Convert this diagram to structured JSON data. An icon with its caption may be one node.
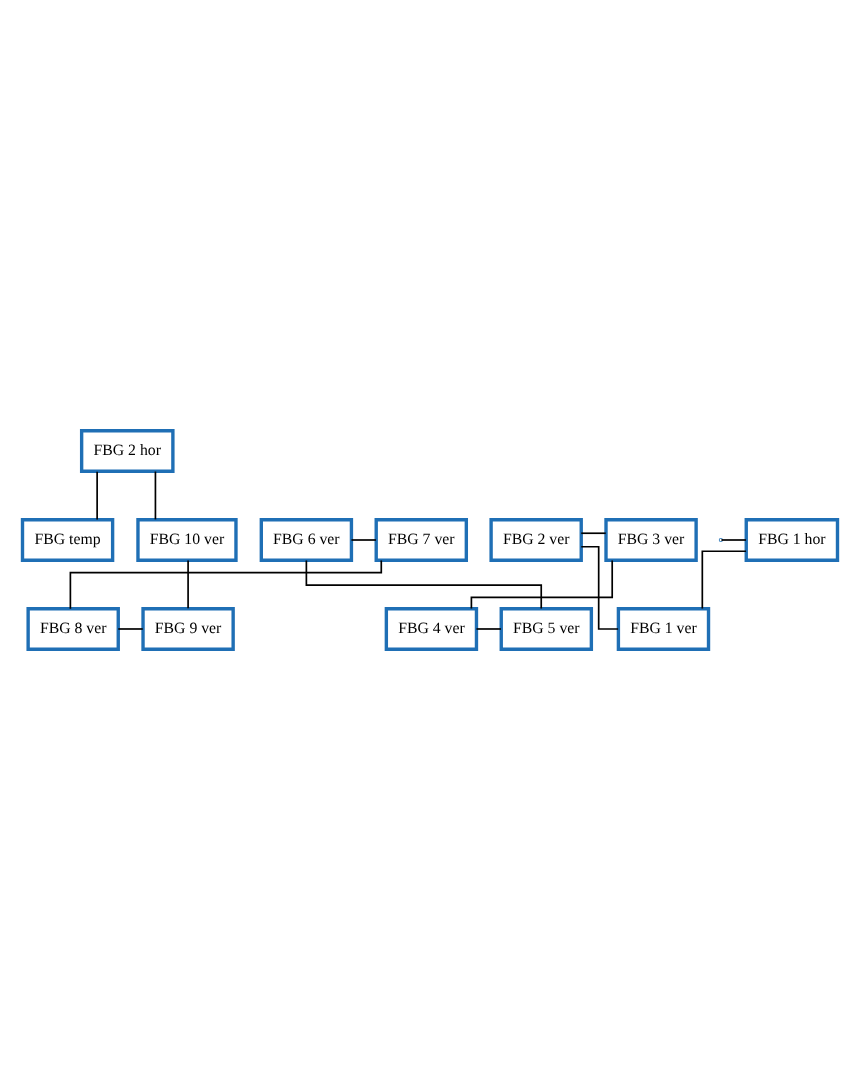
{
  "diagram": {
    "nodes": [
      {
        "text": [
          "FBG 2 hor"
        ]
      },
      {
        "text": [
          "FBG 10 ver"
        ]
      },
      {
        "text": [
          "FBG 7 ver"
        ]
      },
      {
        "text": [
          "FBG 6 ver"
        ]
      },
      {
        "text": [
          "FBG 3 ver"
        ]
      },
      {
        "text": [
          "FBG 2 ver"
        ]
      },
      {
        "text": [
          "FBG temp"
        ]
      },
      {
        "text": [
          "FBG 9 ver"
        ]
      },
      {
        "text": [
          "FBG 8 ver"
        ]
      },
      {
        "text": [
          "FBG 5 ver"
        ]
      },
      {
        "text": [
          "FBG 4 ver"
        ]
      },
      {
        "text": [
          "FBG 1 ver"
        ]
      },
      {
        "text": [
          "FBG 1 hor"
        ]
      }
    ],
    "edges": [
      {
        "from": null,
        "to": 12,
        "arrow": "none"
      },
      {
        "from": 12,
        "to": 11,
        "arrow": "none"
      },
      {
        "from": 11,
        "to": 5,
        "arrow": "none"
      },
      {
        "from": 5,
        "to": 4,
        "arrow": "none"
      },
      {
        "from": 4,
        "to": 10,
        "arrow": "none"
      },
      {
        "from": 10,
        "to": 9,
        "arrow": "none"
      },
      {
        "from": 9,
        "to": 3,
        "arrow": "none"
      },
      {
        "from": 3,
        "to": 2,
        "arrow": "none"
      },
      {
        "from": 2,
        "to": 8,
        "arrow": "none"
      },
      {
        "from": 8,
        "to": 7,
        "arrow": "none"
      },
      {
        "from": 7,
        "to": 1,
        "arrow": "none"
      },
      {
        "from": 1,
        "to": 0,
        "arrow": "none"
      },
      {
        "from": 0,
        "to": 6,
        "arrow": "none"
      }
    ]
  }
}
